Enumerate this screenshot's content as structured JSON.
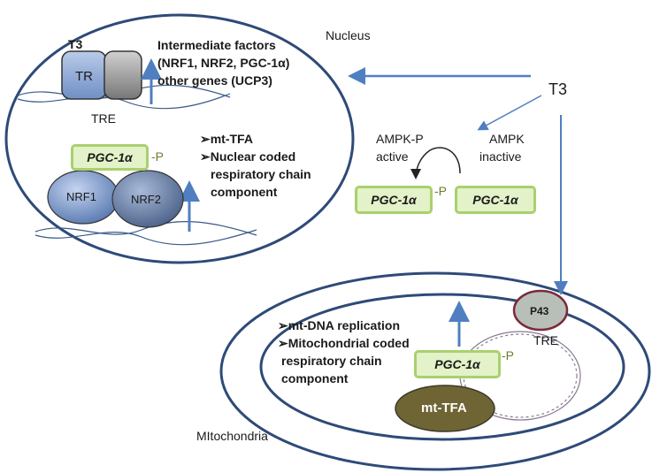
{
  "labels": {
    "nucleus": "Nucleus",
    "mitochondria": "MItochondria",
    "t3_outside": "T3",
    "t3_nucleus": "T3",
    "tr": "TR",
    "tre_nucleus": "TRE",
    "tre_mito": "TRE",
    "intermediate_factors": [
      "Intermediate factors",
      "(NRF1, NRF2, PGC-1α)",
      "other genes (UCP3)"
    ],
    "nuclear_targets": [
      "➢mt-TFA",
      "➢Nuclear coded",
      "respiratory chain",
      "component"
    ],
    "nrf1": "NRF1",
    "nrf2": "NRF2",
    "pgc1a": "PGC-1α",
    "phospho": "-P",
    "ampk_p": [
      "AMPK-P",
      "active"
    ],
    "ampk": [
      "AMPK",
      "inactive"
    ],
    "p43": "P43",
    "mito_targets": [
      "➢mt-DNA replication",
      "➢Mitochondrial coded",
      "respiratory chain",
      "component"
    ],
    "mt_tfa": "mt-TFA"
  },
  "colors": {
    "ellipse_outline": "#2e4a78",
    "arrow_blue": "#4f7fc0",
    "green_fill": "#e3f2c8",
    "green_border": "#a9d06f",
    "nrf_blue": "#7e9fd0",
    "mt_tfa_olive": "#6f6434",
    "p43_grey": "#b8bfb8",
    "p43_border": "#7a2a3a"
  }
}
